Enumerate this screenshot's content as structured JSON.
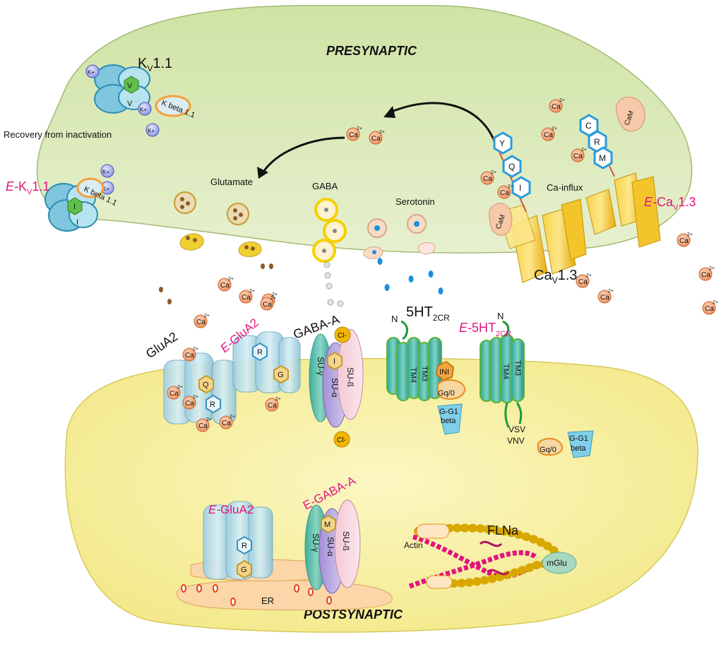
{
  "regions": {
    "presynaptic": "PRESYNAPTIC",
    "postsynaptic": "POSTSYNAPTIC"
  },
  "presynaptic": {
    "kv11": {
      "main": "K",
      "sub": "V",
      "rest": "1.1"
    },
    "kvbeta_top": "K beta 1.1",
    "recovery": "Recovery from inactivation",
    "ekv11": {
      "prefix": "E-",
      "main": "K",
      "sub": "V",
      "rest": "1.1"
    },
    "kvbeta_bottom": "K beta 1.1",
    "k_ion": "K+",
    "ion_label": "Ca",
    "ion_charge": "2+",
    "glutamate": "Glutamate",
    "gaba": "GABA",
    "serotonin": "Serotonin",
    "ca_influx": "Ca-influx",
    "cav13": {
      "main": "Ca",
      "sub": "V",
      "rest": "1.3"
    },
    "ecav13": {
      "prefix": "E-",
      "main": "Ca",
      "sub": "V",
      "rest": "1.3"
    },
    "cam": "CaM",
    "iq_letters": [
      "Y",
      "Q",
      "I"
    ],
    "crm_letters": [
      "C",
      "R",
      "M"
    ],
    "kv_residues": [
      "V",
      "V"
    ],
    "ekv_residues": [
      "I",
      "I"
    ]
  },
  "cleft_receptors": {
    "glua2": "GluA2",
    "e_glua2": {
      "prefix": "E-",
      "name": "GluA2"
    },
    "gaba_a": "GABA-A",
    "ht2cr": {
      "main": "5HT",
      "sub": "2CR"
    },
    "e_ht2cr": {
      "prefix": "E-",
      "main": "5HT",
      "sub": "2CR"
    },
    "n_terminal": "N",
    "glua2_sites": [
      "Q",
      "R"
    ],
    "e_glua2_sites": [
      "R",
      "G"
    ],
    "gaba_subunits": {
      "gamma": "SU-γ",
      "alpha": "SU-α",
      "beta": "SU-ß"
    },
    "gaba_site": "I",
    "cl": "Cl-",
    "tm4": "TM4",
    "tm3": "TM3",
    "ini": "INI",
    "gq": "Gq/0",
    "g_g1": "G-G1",
    "beta": "beta",
    "vsv": "VSV",
    "vnv": "VNV"
  },
  "postsynaptic": {
    "e_glua2": {
      "prefix": "E-",
      "name": "GluA2"
    },
    "e_glua2_sites": [
      "R",
      "G"
    ],
    "e_gaba_a": "E-GABA-A",
    "e_gaba_site": "M",
    "gaba_subunits": {
      "gamma": "SU-γ",
      "alpha": "SU-α",
      "beta": "SU-ß"
    },
    "er": "ER",
    "flna": "FLNa",
    "actin": "Actin",
    "mglu": "mGlu"
  },
  "colors": {
    "presynaptic_fill": "#dceab8",
    "postsynaptic_fill": "#f8f2a6",
    "editing_label": "#e0157d",
    "calcium_ion": "#f2a47a",
    "receptor_blue": "#a9d4e4",
    "channel_yellow": "#f4c020"
  }
}
